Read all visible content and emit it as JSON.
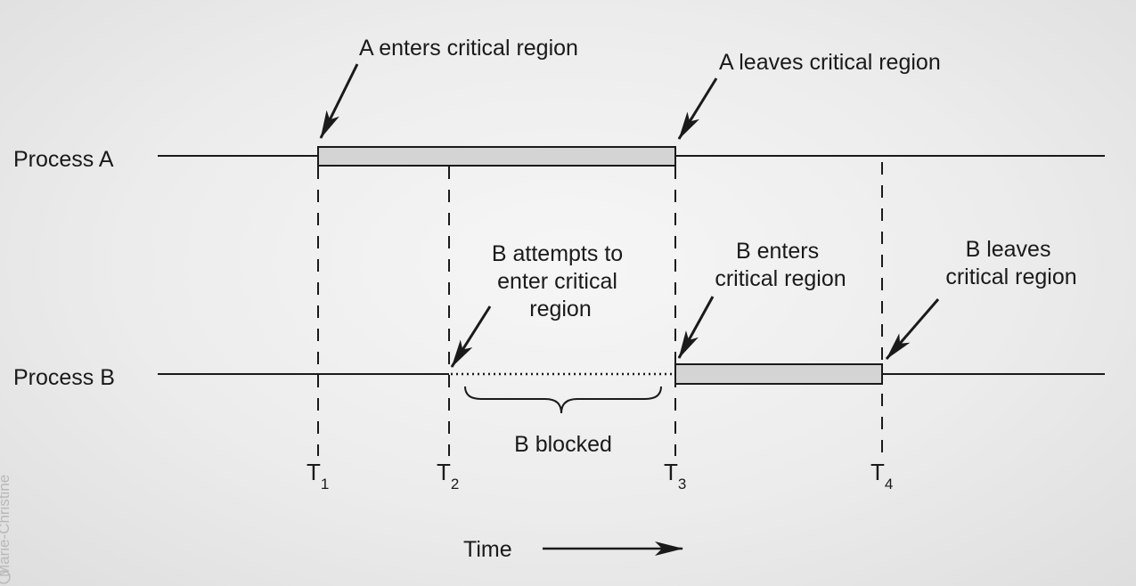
{
  "processes": {
    "a": "Process A",
    "b": "Process B"
  },
  "annotations": {
    "a_enters": "A enters critical region",
    "a_leaves": "A leaves critical region",
    "b_attempts": [
      "B attempts to",
      "enter critical",
      "region"
    ],
    "b_enters": [
      "B enters",
      "critical region"
    ],
    "b_leaves": [
      "B leaves",
      "critical region"
    ],
    "b_blocked": "B blocked"
  },
  "time_marks": [
    {
      "label": "T",
      "sub": "1"
    },
    {
      "label": "T",
      "sub": "2"
    },
    {
      "label": "T",
      "sub": "3"
    },
    {
      "label": "T",
      "sub": "4"
    }
  ],
  "axis": {
    "label": "Time"
  },
  "watermark": "Marie-Christine",
  "colors": {
    "line": "#1a1a1a",
    "region_fill": "#d4d4d4"
  }
}
